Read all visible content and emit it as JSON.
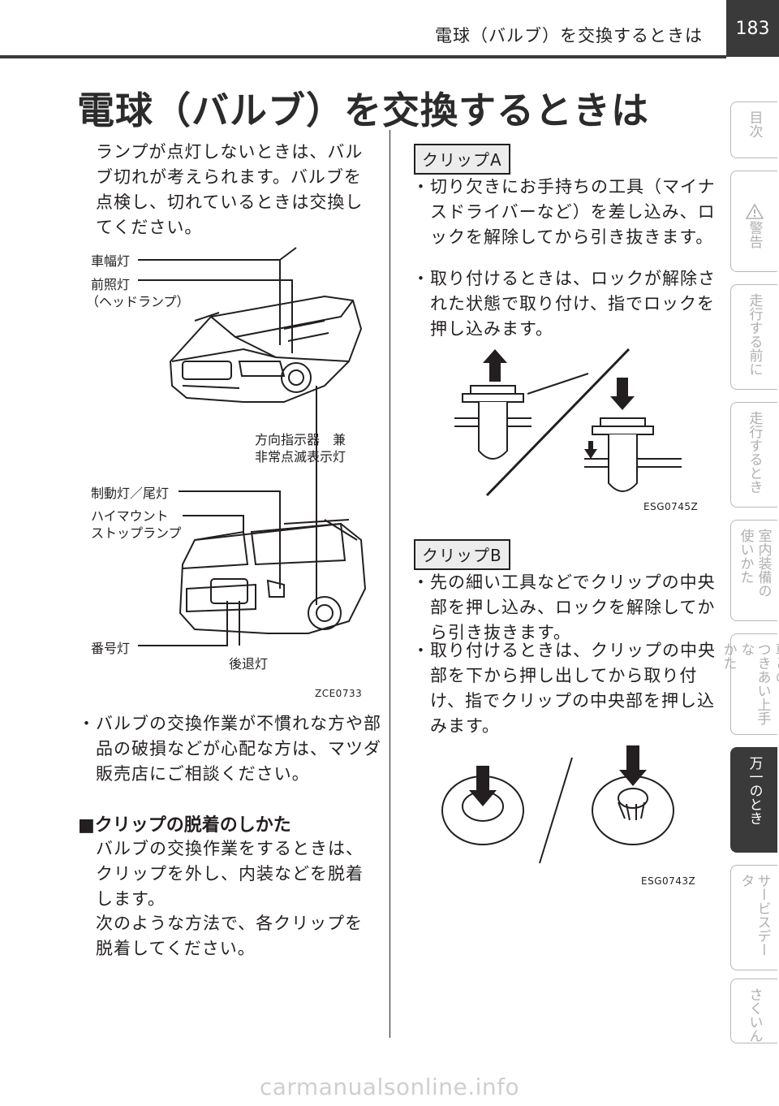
{
  "header": {
    "running_title": "電球（バルブ）を交換するときは",
    "page_number": "183"
  },
  "title": "電球（バルブ）を交換するときは",
  "left": {
    "intro": "ランプが点灯しないときは、バルブ切れが考えられます。バルブを点検し、切れているときは交換してください。",
    "figure1": {
      "labels": {
        "side_marker": "車幅灯",
        "headlamp_1": "前照灯",
        "headlamp_2": "（ヘッドランプ）",
        "turn_1": "方向指示器　兼",
        "turn_2": "非常点滅表示灯",
        "stop_tail": "制動灯／尾灯",
        "hms_1": "ハイマウント",
        "hms_2": "ストップランプ",
        "license": "番号灯",
        "backup": "後退灯"
      },
      "code": "ZCE0733"
    },
    "note": "・バルブの交換作業が不慣れな方や部品の破損などが心配な方は、マツダ販売店にご相談ください。",
    "section_heading": "■クリップの脱着のしかた",
    "section_body_1": "バルブの交換作業をするときは、クリップを外し、内装などを脱着します。",
    "section_body_2": "次のような方法で、各クリップを脱着してください。"
  },
  "right": {
    "clip_a": {
      "tag": "クリップA",
      "bullet_1": "・切り欠きにお手持ちの工具（マイナスドライバーなど）を差し込み、ロックを解除してから引き抜きます。",
      "bullet_2": "・取り付けるときは、ロックが解除された状態で取り付け、指でロックを押し込みます。",
      "code": "ESG0745Z"
    },
    "clip_b": {
      "tag": "クリップB",
      "bullet_1": "・先の細い工具などでクリップの中央部を押し込み、ロックを解除してから引き抜きます。",
      "bullet_2": "・取り付けるときは、クリップの中央部を下から押し出してから取り付け、指でクリップの中央部を押し込みます。",
      "code": "ESG0743Z"
    }
  },
  "side_tabs": [
    {
      "cols": [
        "目次"
      ]
    },
    {
      "cols": [
        "警告"
      ],
      "icon": "warning-icon"
    },
    {
      "cols": [
        "走行する前に"
      ]
    },
    {
      "cols": [
        "走行するとき"
      ]
    },
    {
      "cols": [
        "室内装備の",
        "使いかた"
      ]
    },
    {
      "cols": [
        "車との",
        "つきあい上手な",
        "かた"
      ]
    },
    {
      "cols": [
        "万一のとき"
      ],
      "active": true
    },
    {
      "cols": [
        "サービスデータ"
      ]
    },
    {
      "cols": [
        "さくいん"
      ]
    }
  ],
  "footer": "carmanualsonline.info"
}
